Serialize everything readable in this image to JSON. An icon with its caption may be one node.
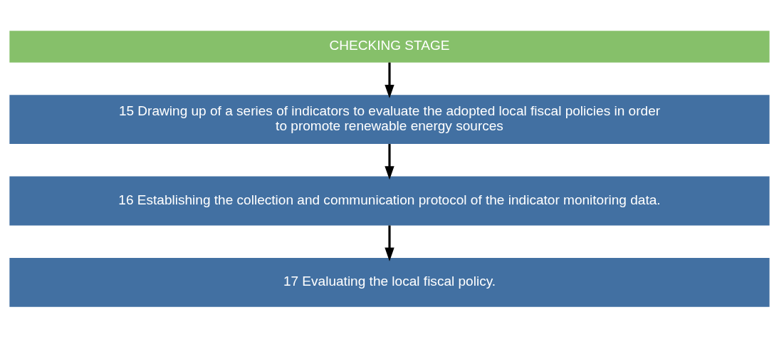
{
  "diagram": {
    "nodes": [
      {
        "text": [
          "CHECKING STAGE"
        ]
      },
      {
        "text": [
          "15 Drawing up of a series of indicators to evaluate the adopted local fiscal policies in order to promote renewable energy sources"
        ]
      },
      {
        "text": [
          "16 Establishing the collection and communication protocol of the indicator monitoring data."
        ]
      },
      {
        "text": [
          "17 Evaluating the local fiscal policy."
        ]
      }
    ],
    "edges": [
      {
        "from": 0,
        "to": 1,
        "arrow": "to"
      },
      {
        "from": 1,
        "to": 2,
        "arrow": "to"
      },
      {
        "from": 2,
        "to": 3,
        "arrow": "to"
      }
    ]
  }
}
